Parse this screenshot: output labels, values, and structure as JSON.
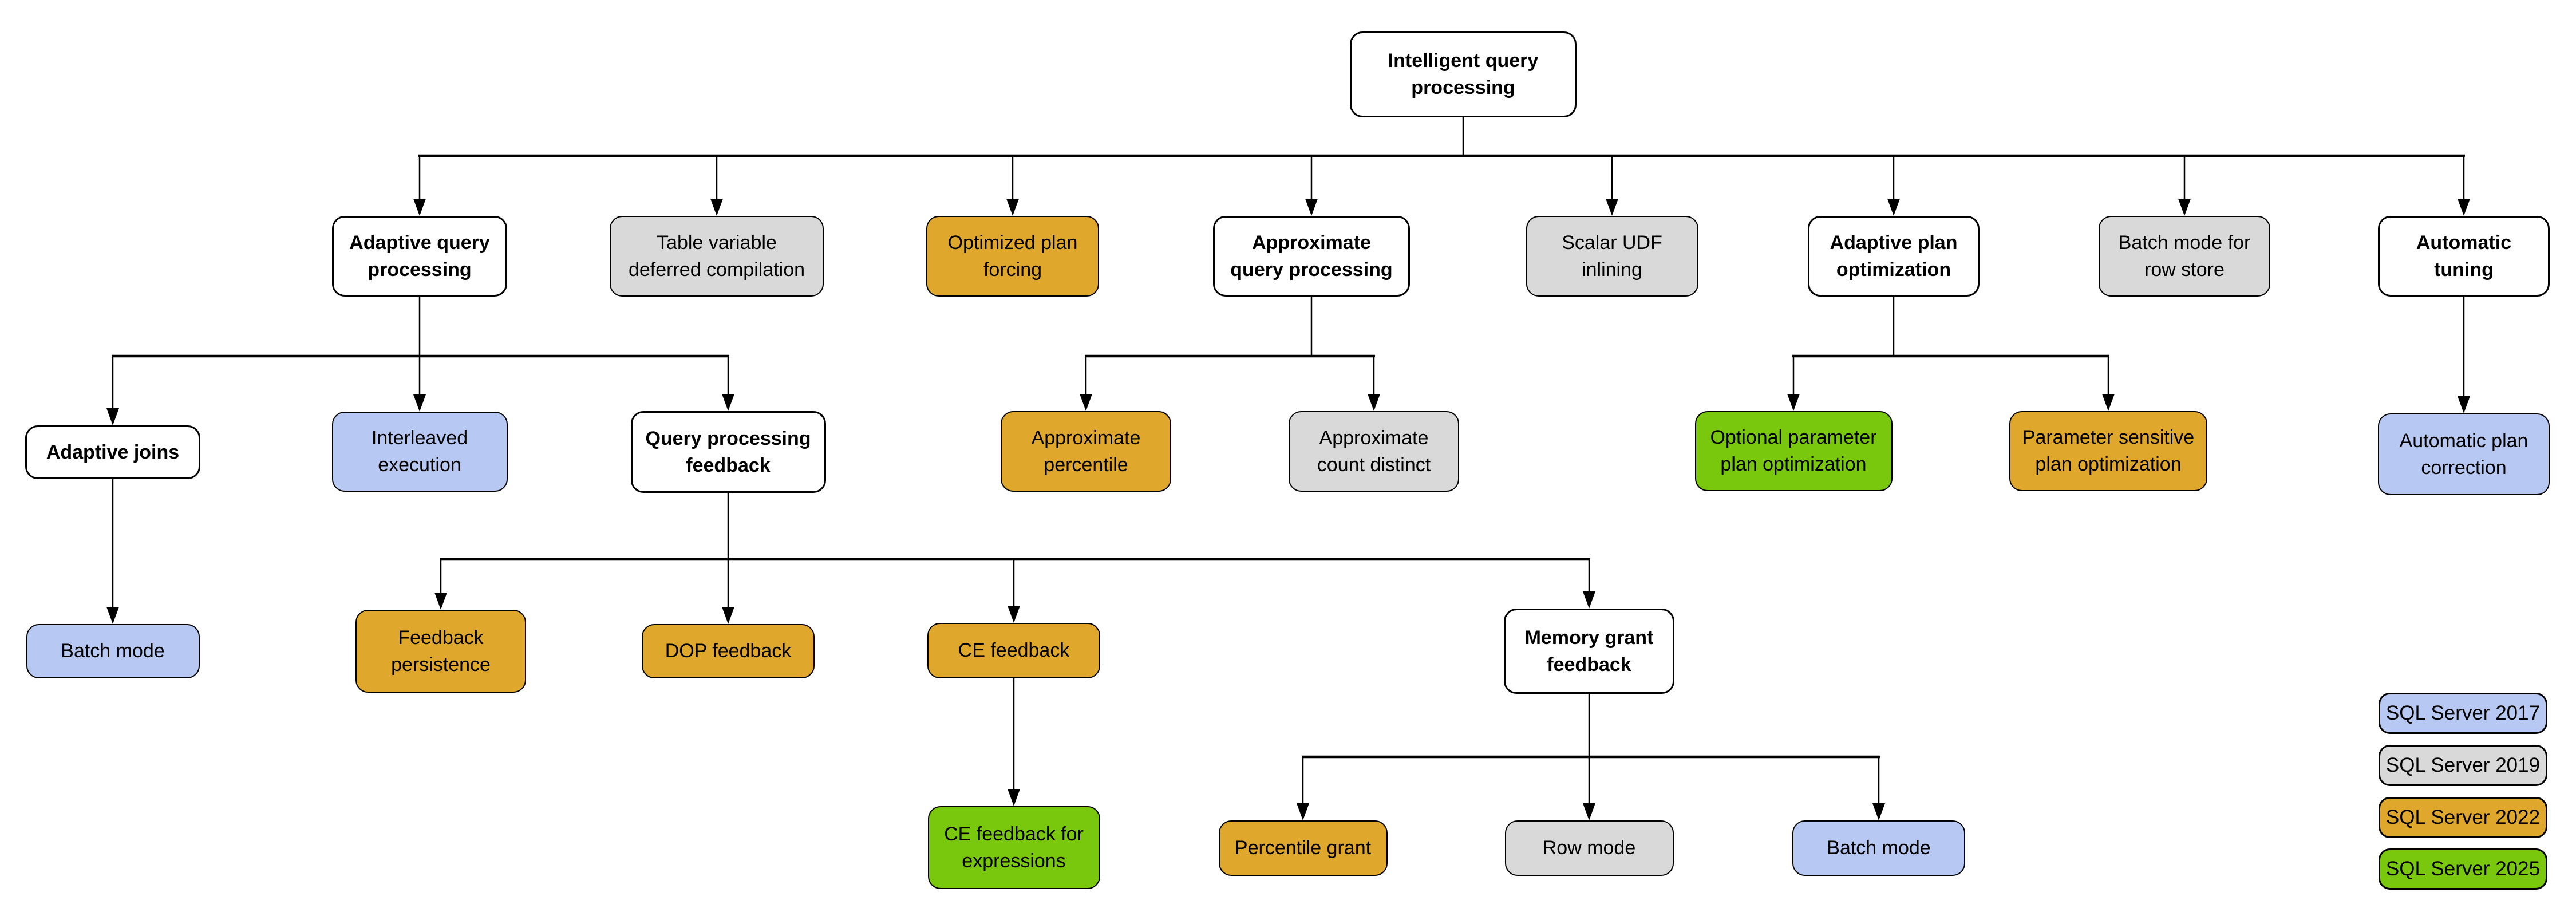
{
  "colors": {
    "plain": "#FFFFFF",
    "sql2017": "#B7C9F2",
    "sql2019": "#D9D9D9",
    "sql2022": "#DFA72B",
    "sql2025": "#79C80D",
    "line": "#000000"
  },
  "nodes": {
    "intelligent-query-processing": {
      "label": [
        "Intelligent query",
        "processing"
      ],
      "category": "plain"
    },
    "adaptive-query-processing": {
      "label": [
        "Adaptive query",
        "processing"
      ],
      "category": "plain"
    },
    "table-variable-deferred-compilation": {
      "label": [
        "Table variable",
        "deferred compilation"
      ],
      "category": "sql2019"
    },
    "optimized-plan-forcing": {
      "label": [
        "Optimized plan",
        "forcing"
      ],
      "category": "sql2022"
    },
    "approximate-query-processing": {
      "label": [
        "Approximate",
        "query processing"
      ],
      "category": "plain"
    },
    "scalar-udf-inlining": {
      "label": [
        "Scalar UDF",
        "inlining"
      ],
      "category": "sql2019"
    },
    "adaptive-plan-optimization": {
      "label": [
        "Adaptive plan",
        "optimization"
      ],
      "category": "plain"
    },
    "batch-mode-for-row-store": {
      "label": [
        "Batch mode for",
        "row store"
      ],
      "category": "sql2019"
    },
    "automatic-tuning": {
      "label": [
        "Automatic",
        "tuning"
      ],
      "category": "plain"
    },
    "adaptive-joins": {
      "label": [
        "Adaptive joins"
      ],
      "category": "plain"
    },
    "interleaved-execution": {
      "label": [
        "Interleaved",
        "execution"
      ],
      "category": "sql2017"
    },
    "query-processing-feedback": {
      "label": [
        "Query processing",
        "feedback"
      ],
      "category": "plain"
    },
    "approximate-percentile": {
      "label": [
        "Approximate",
        "percentile"
      ],
      "category": "sql2022"
    },
    "approximate-count-distinct": {
      "label": [
        "Approximate",
        "count distinct"
      ],
      "category": "sql2019"
    },
    "optional-parameter-plan-optimization": {
      "label": [
        "Optional parameter",
        "plan optimization"
      ],
      "category": "sql2025"
    },
    "parameter-sensitive-plan-optimization": {
      "label": [
        "Parameter sensitive",
        "plan optimization"
      ],
      "category": "sql2022"
    },
    "automatic-plan-correction": {
      "label": [
        "Automatic plan",
        "correction"
      ],
      "category": "sql2017"
    },
    "batch-mode-adaptive-joins": {
      "label": [
        "Batch mode"
      ],
      "category": "sql2017"
    },
    "feedback-persistence": {
      "label": [
        "Feedback",
        "persistence"
      ],
      "category": "sql2022"
    },
    "dop-feedback": {
      "label": [
        "DOP feedback"
      ],
      "category": "sql2022"
    },
    "ce-feedback": {
      "label": [
        "CE feedback"
      ],
      "category": "sql2022"
    },
    "memory-grant-feedback": {
      "label": [
        "Memory grant",
        "feedback"
      ],
      "category": "plain"
    },
    "ce-feedback-for-expressions": {
      "label": [
        "CE feedback for",
        "expressions"
      ],
      "category": "sql2025"
    },
    "percentile-grant": {
      "label": [
        "Percentile grant"
      ],
      "category": "sql2022"
    },
    "row-mode": {
      "label": [
        "Row mode"
      ],
      "category": "sql2019"
    },
    "batch-mode-memory-grant": {
      "label": [
        "Batch mode"
      ],
      "category": "sql2017"
    }
  },
  "legend": [
    {
      "label": "SQL Server 2017",
      "category": "sql2017"
    },
    {
      "label": "SQL Server 2019",
      "category": "sql2019"
    },
    {
      "label": "SQL Server 2022",
      "category": "sql2022"
    },
    {
      "label": "SQL Server 2025",
      "category": "sql2025"
    }
  ]
}
